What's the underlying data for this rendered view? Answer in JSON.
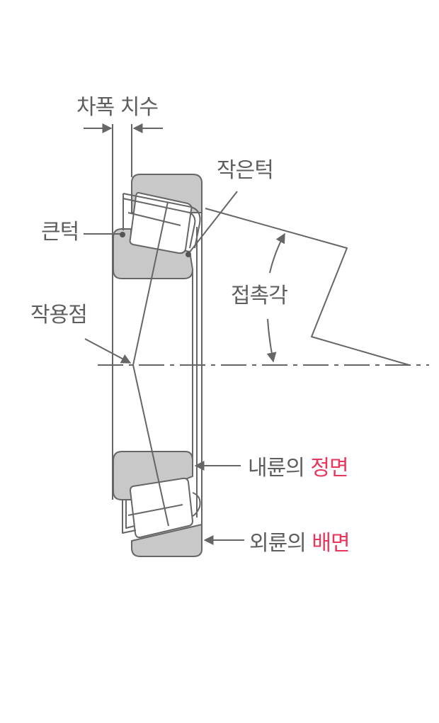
{
  "diagram": {
    "title": "Tapered roller bearing load center diagram",
    "labels": {
      "width_dimension": "차폭 치수",
      "large_rib": "큰턱",
      "small_rib": "작은턱",
      "contact_angle": "접촉각",
      "load_center": "작용점",
      "inner_ring_face_prefix": "내륜의",
      "inner_ring_face_accent": "정면",
      "outer_ring_face_prefix": "외륜의",
      "outer_ring_face_accent": "배면"
    },
    "colors": {
      "line": "#666666",
      "fill": "#c8c8c8",
      "text": "#5e5e5e",
      "accent": "#e8365d",
      "background": "#ffffff"
    }
  }
}
